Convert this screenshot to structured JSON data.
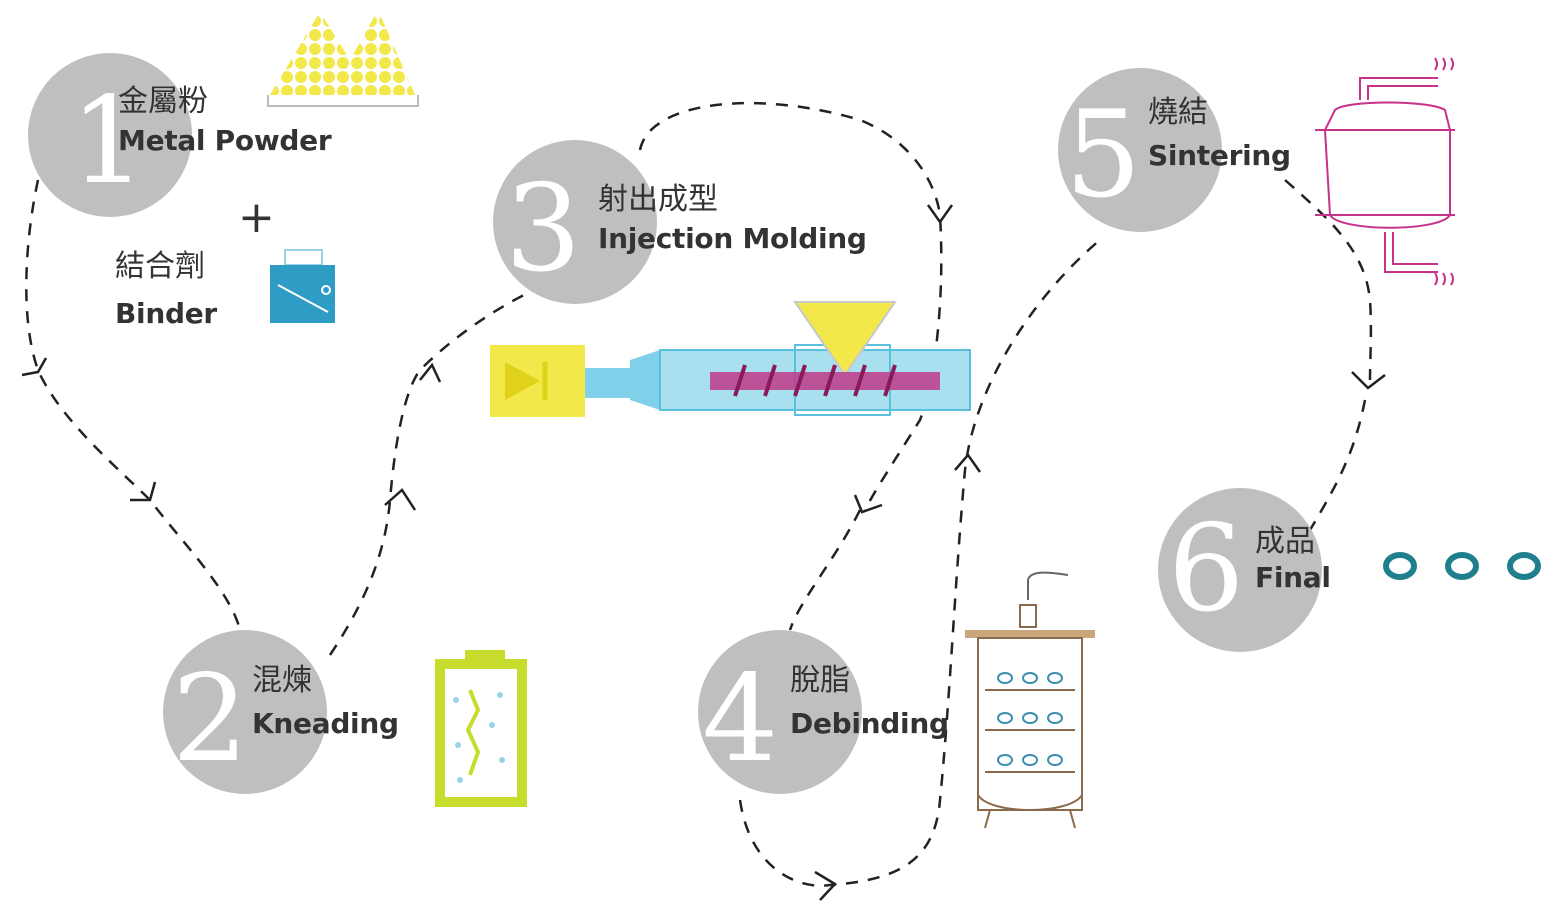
{
  "operator": "+",
  "steps": [
    {
      "number": "1",
      "zh": "金屬粉",
      "en": "Metal Powder"
    },
    {
      "number": "2",
      "zh": "混煉",
      "en": "Kneading"
    },
    {
      "number": "3",
      "zh": "射出成型",
      "en": "Injection Molding"
    },
    {
      "number": "4",
      "zh": "脫脂",
      "en": "Debinding"
    },
    {
      "number": "5",
      "zh": "燒結",
      "en": "Sintering"
    },
    {
      "number": "6",
      "zh": "成品",
      "en": "Final"
    }
  ],
  "binder": {
    "zh": "結合劑",
    "en": "Binder"
  },
  "icons": [
    "powder-pile-icon",
    "binder-container-icon",
    "kneader-icon",
    "injection-machine-icon",
    "debinding-furnace-icon",
    "sintering-furnace-icon",
    "final-rings-icon"
  ],
  "colors": {
    "circle": "#bfbfbf",
    "powder": "#f2e84a",
    "binder": "#2e9cc4",
    "kneader": "#c8dc2e",
    "injection_barrel": "#7fd0e8",
    "injection_screw": "#c0398a",
    "hopper": "#f2e84a",
    "sintering": "#c7328a",
    "debinding": "#8a6a4a",
    "rings": "#1f7f8c"
  }
}
